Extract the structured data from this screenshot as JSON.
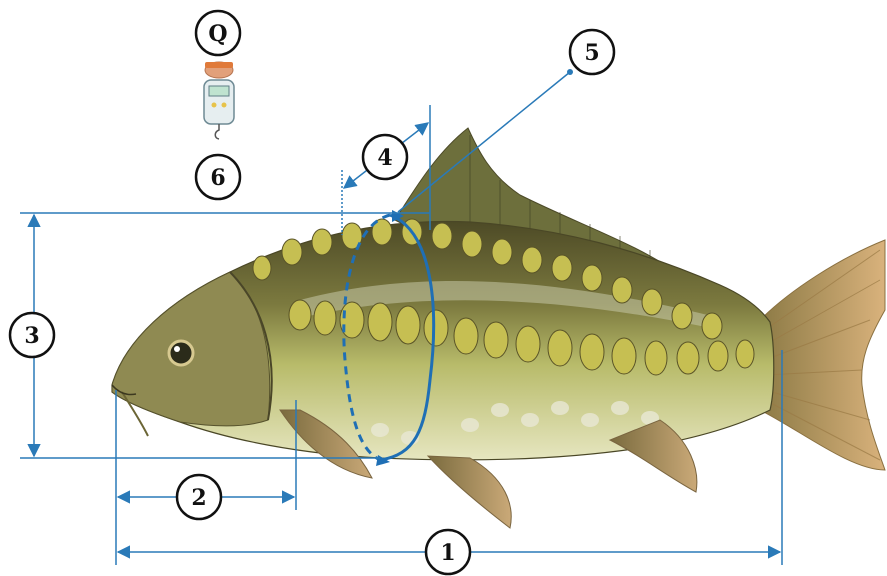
{
  "labels": {
    "total_length": "1",
    "head_length": "2",
    "body_height": "3",
    "girth_offset": "4",
    "girth": "5",
    "scale": "6",
    "weight": "Q"
  },
  "colors": {
    "measure_line": "#2a7ab8",
    "girth_loop": "#1f6fb5",
    "circle_fill": "#ffffff",
    "circle_stroke": "#111111",
    "fish_back": "#5b5a2e",
    "fish_belly": "#d9dd9a",
    "fin": "#9a8a5c",
    "scale_fill": "#c9c25a"
  }
}
